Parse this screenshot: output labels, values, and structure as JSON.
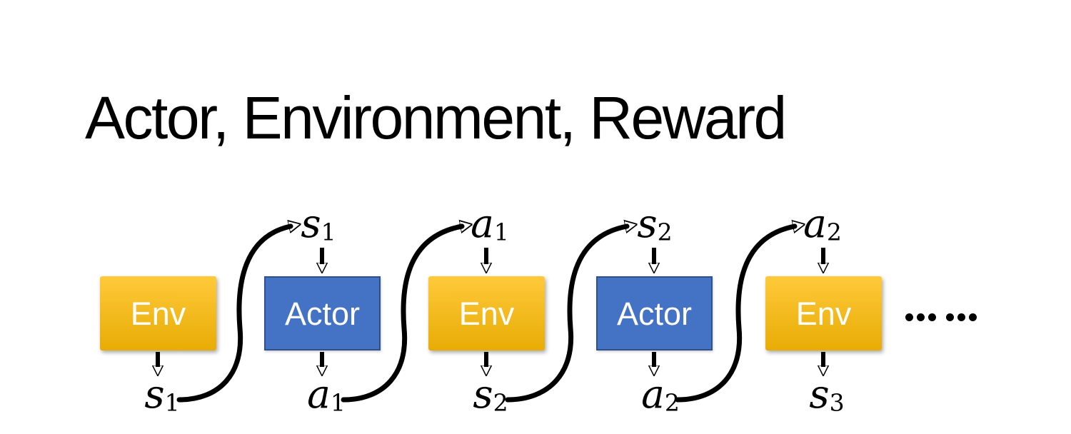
{
  "title": "Actor, Environment, Reward",
  "colors": {
    "title_color": "#000000",
    "env_top": "#FFC93A",
    "env_bottom": "#E8AC05",
    "actor_fill": "#4472C4",
    "actor_border": "#2F528F",
    "box_text": "#FFFFFF",
    "arrow_color": "#000000"
  },
  "diagram": {
    "boxes": [
      {
        "label": "Env",
        "type": "env"
      },
      {
        "label": "Actor",
        "type": "actor"
      },
      {
        "label": "Env",
        "type": "env"
      },
      {
        "label": "Actor",
        "type": "actor"
      },
      {
        "label": "Env",
        "type": "env"
      }
    ],
    "top_labels": [
      {
        "base": "s",
        "sub": "1"
      },
      {
        "base": "a",
        "sub": "1"
      },
      {
        "base": "s",
        "sub": "2"
      },
      {
        "base": "a",
        "sub": "2"
      }
    ],
    "bottom_labels": [
      {
        "base": "s",
        "sub": "1"
      },
      {
        "base": "a",
        "sub": "1"
      },
      {
        "base": "s",
        "sub": "2"
      },
      {
        "base": "a",
        "sub": "2"
      },
      {
        "base": "s",
        "sub": "3"
      }
    ],
    "ellipsis": "……"
  }
}
